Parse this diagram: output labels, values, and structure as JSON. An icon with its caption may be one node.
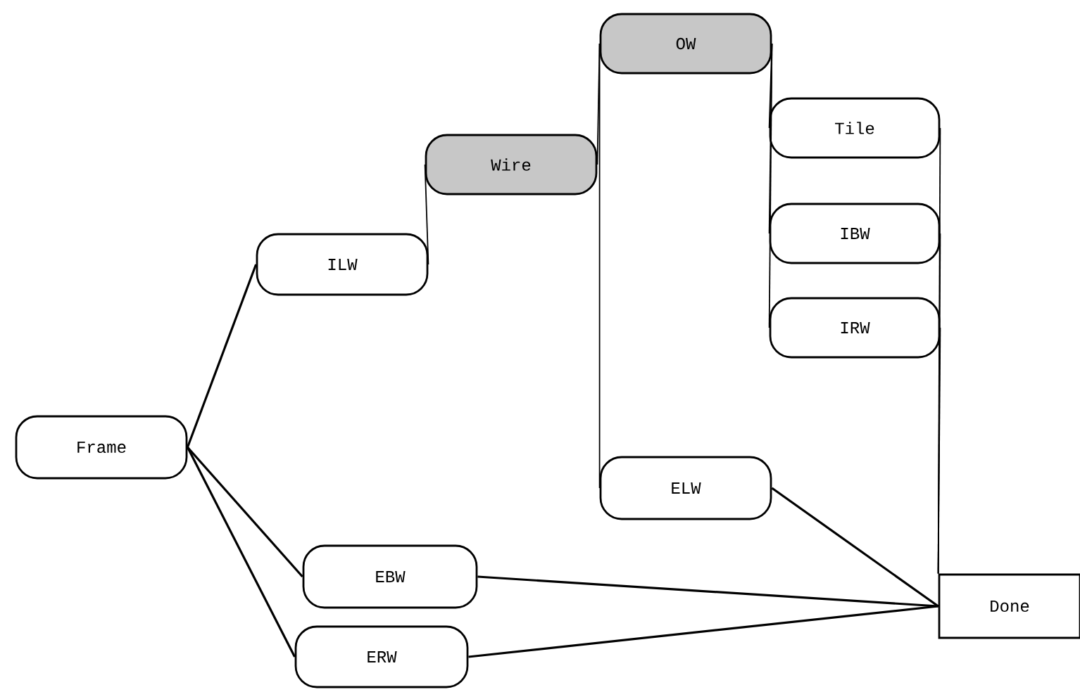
{
  "diagram": {
    "nodes": [
      {
        "text": [
          "Frame"
        ]
      },
      {
        "text": [
          "ILW"
        ]
      },
      {
        "text": [
          "Wire"
        ]
      },
      {
        "text": [
          "OW"
        ]
      },
      {
        "text": [
          "Tile"
        ]
      },
      {
        "text": [
          "IBW"
        ]
      },
      {
        "text": [
          "IRW"
        ]
      },
      {
        "text": [
          "ELW"
        ]
      },
      {
        "text": [
          "EBW"
        ]
      },
      {
        "text": [
          "ERW"
        ]
      },
      {
        "text": [
          "Done"
        ]
      }
    ],
    "edges": [
      {
        "from": 0,
        "to": 1,
        "arrow": "none"
      },
      {
        "from": 0,
        "to": 8,
        "arrow": "none"
      },
      {
        "from": 0,
        "to": 9,
        "arrow": "none"
      },
      {
        "from": 1,
        "to": 2,
        "arrow": "none"
      },
      {
        "from": 2,
        "to": 3,
        "arrow": "none"
      },
      {
        "from": 3,
        "to": 4,
        "arrow": "none"
      },
      {
        "from": 3,
        "to": 5,
        "arrow": "none"
      },
      {
        "from": 3,
        "to": 6,
        "arrow": "none"
      },
      {
        "from": 3,
        "to": 7,
        "arrow": "none"
      },
      {
        "from": 4,
        "to": 10,
        "arrow": "none"
      },
      {
        "from": 5,
        "to": 10,
        "arrow": "none"
      },
      {
        "from": 6,
        "to": 10,
        "arrow": "none"
      },
      {
        "from": 7,
        "to": 10,
        "arrow": "none"
      },
      {
        "from": 8,
        "to": 10,
        "arrow": "none"
      },
      {
        "from": 9,
        "to": 10,
        "arrow": "none"
      }
    ]
  }
}
